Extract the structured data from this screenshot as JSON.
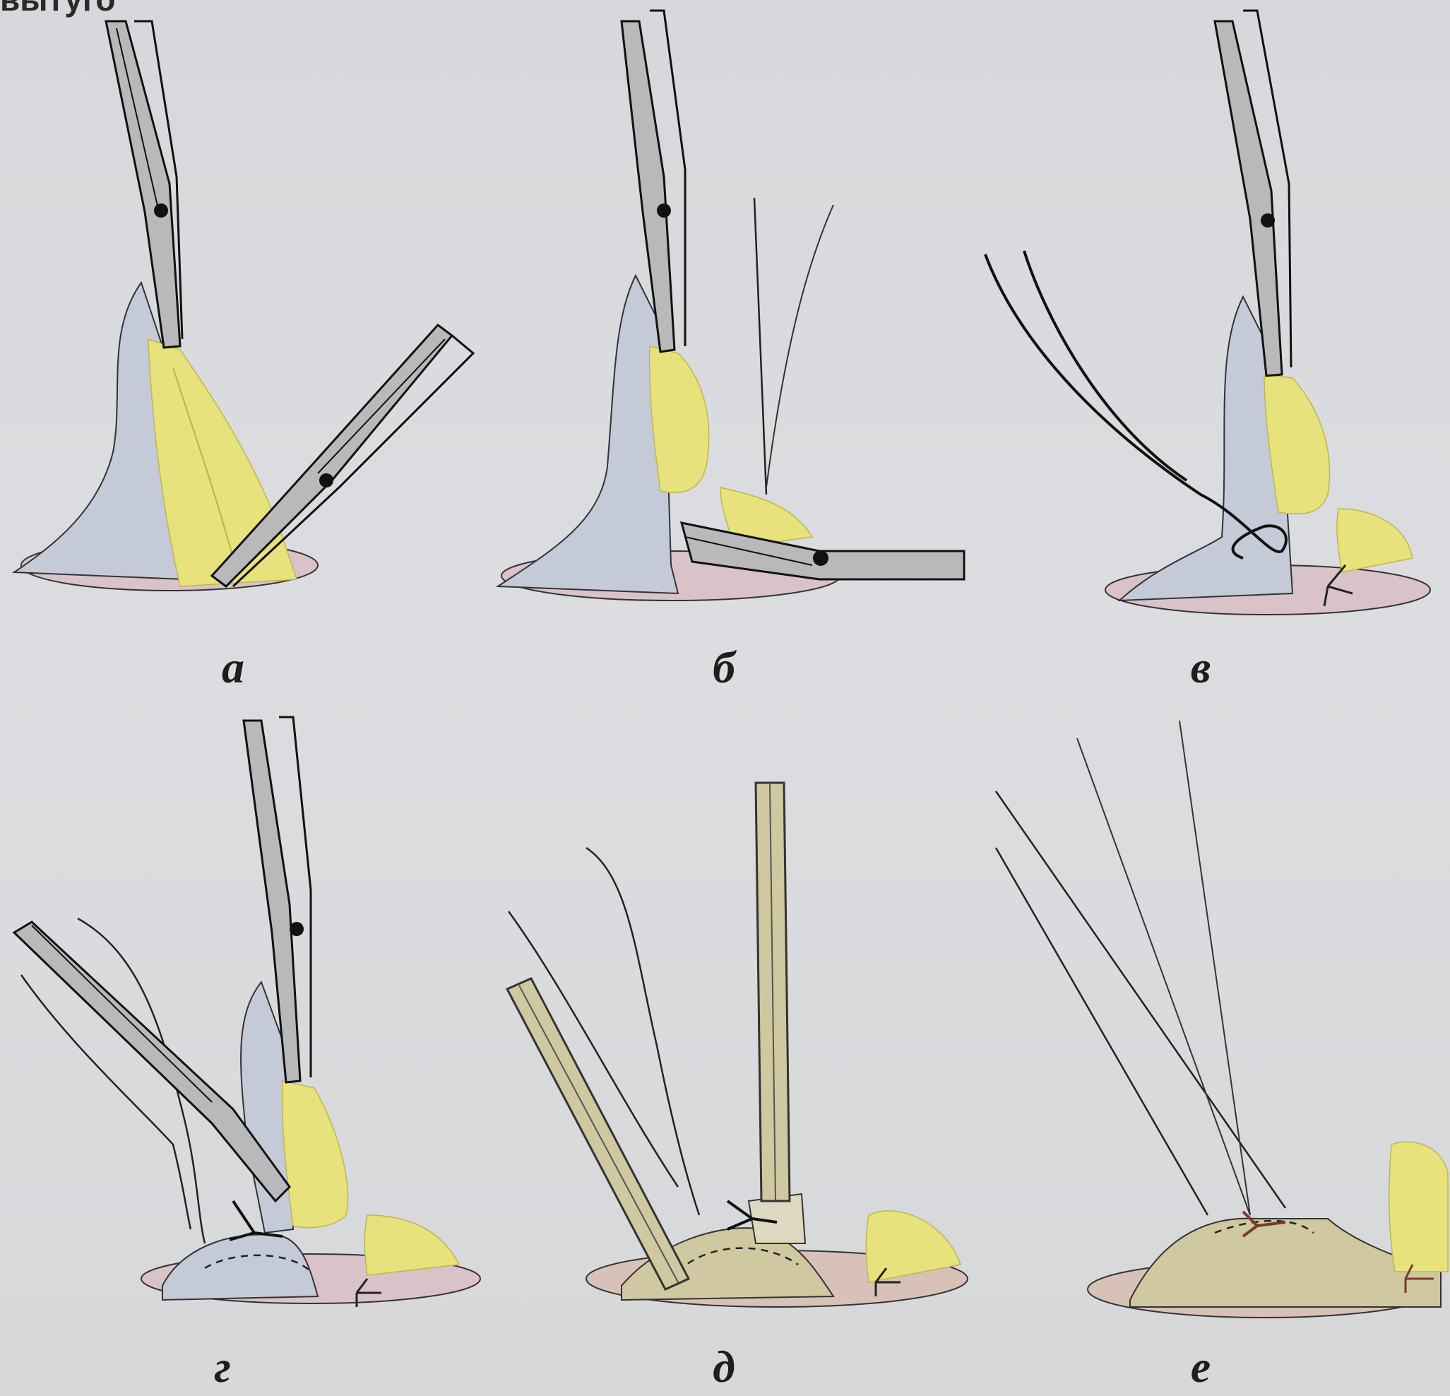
{
  "header": {
    "text": "вытуго"
  },
  "panels": [
    {
      "label": "а"
    },
    {
      "label": "б"
    },
    {
      "label": "в"
    },
    {
      "label": "г"
    },
    {
      "label": "д"
    },
    {
      "label": "е"
    }
  ],
  "colors": {
    "background": "#d9dadd",
    "tissue_blue": "#c3c9d6",
    "fat_yellow": "#e6e07a",
    "instrument_gray": "#b7b7ba",
    "wound_pink": "#d8b8bf",
    "stump_tan": "#cdc6a0",
    "outline": "#1a1a1a"
  }
}
